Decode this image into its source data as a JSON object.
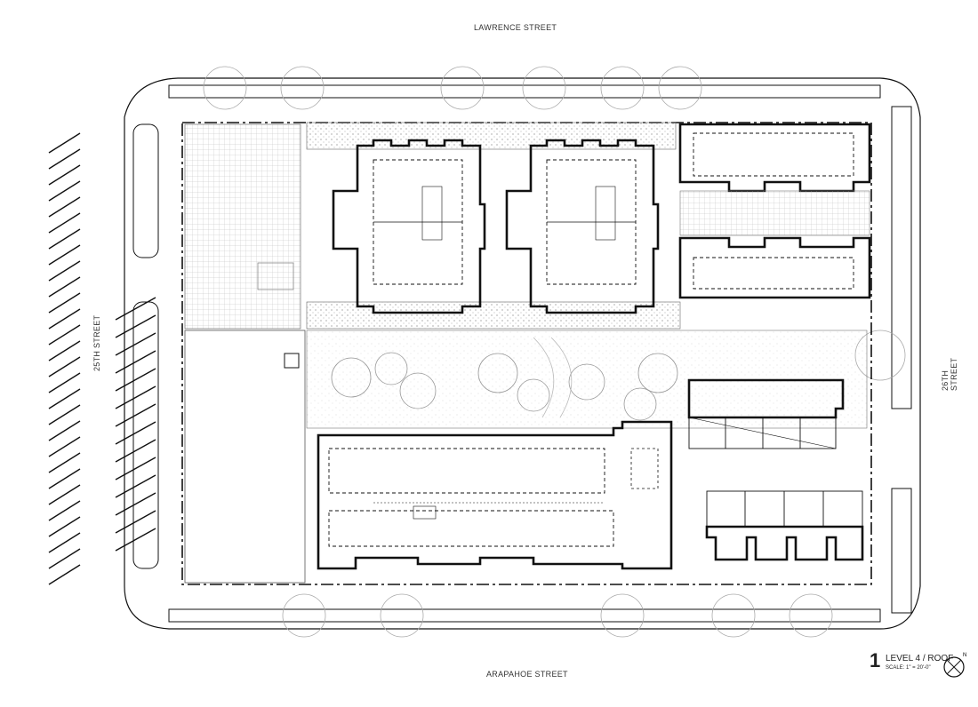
{
  "streets": {
    "north": "LAWRENCE STREET",
    "south": "ARAPAHOE STREET",
    "west": "25TH STREET",
    "east": "26TH STREET"
  },
  "title_block": {
    "number": "1",
    "title": "LEVEL 4 / ROOF",
    "scale": "SCALE: 1\" = 20'-0\""
  },
  "north_label": "N",
  "colors": {
    "line": "#111111",
    "light": "#888888",
    "hatch": "#999999"
  }
}
